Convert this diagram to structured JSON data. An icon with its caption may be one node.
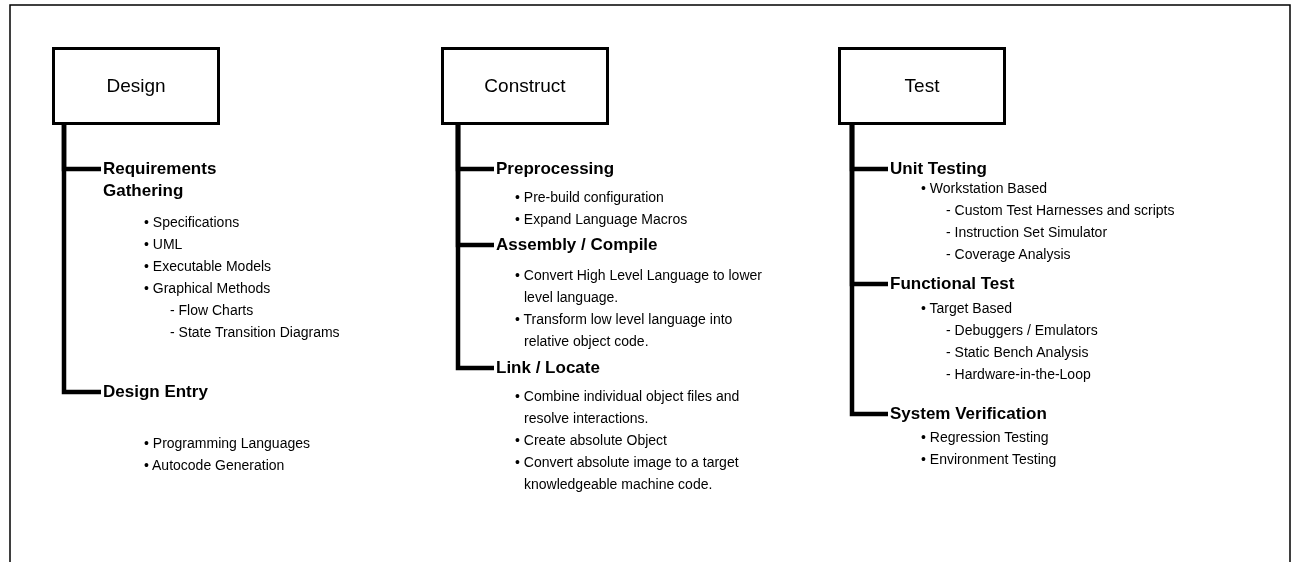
{
  "diagram": {
    "nodes": [
      {
        "text": [
          "Design"
        ]
      },
      {
        "text": [
          "Requirements Gathering"
        ],
        "beside": [
          "• Specifications",
          "• UML",
          "• Executable Models",
          "• Graphical Methods",
          "- Flow Charts",
          "- State Transition Diagrams"
        ]
      },
      {
        "text": [
          "Design Entry"
        ],
        "beside": [
          "• Programming Languages",
          "• Autocode Generation"
        ]
      },
      {
        "text": [
          "Construct"
        ]
      },
      {
        "text": [
          "Preprocessing"
        ],
        "beside": [
          "• Pre-build configuration",
          "• Expand Language Macros"
        ]
      },
      {
        "text": [
          "Assembly / Compile"
        ],
        "beside": [
          "• Convert High Level Language to lower level language.",
          "• Transform low level language into relative object code."
        ]
      },
      {
        "text": [
          "Link / Locate"
        ],
        "beside": [
          "• Combine individual object files and resolve interactions.",
          "• Create absolute Object",
          "• Convert absolute image to a target knowledgeable machine code."
        ]
      },
      {
        "text": [
          "Test"
        ]
      },
      {
        "text": [
          "Unit Testing"
        ],
        "beside": [
          "• Workstation Based",
          "- Custom Test Harnesses and scripts",
          "- Instruction Set Simulator",
          "- Coverage Analysis"
        ]
      },
      {
        "text": [
          "Functional Test"
        ],
        "beside": [
          "• Target Based",
          "- Debuggers / Emulators",
          "- Static Bench Analysis",
          "- Hardware-in-the-Loop"
        ]
      },
      {
        "text": [
          "System Verification"
        ],
        "beside": [
          "• Regression Testing",
          "• Environment Testing"
        ]
      }
    ],
    "edges": [
      {
        "from": 0,
        "to": 1,
        "arrow": "none"
      },
      {
        "from": 0,
        "to": 2,
        "arrow": "none"
      },
      {
        "from": 3,
        "to": 4,
        "arrow": "none"
      },
      {
        "from": 3,
        "to": 5,
        "arrow": "none"
      },
      {
        "from": 3,
        "to": 6,
        "arrow": "none"
      },
      {
        "from": 7,
        "to": 8,
        "arrow": "none"
      },
      {
        "from": 7,
        "to": 9,
        "arrow": "none"
      },
      {
        "from": 7,
        "to": 10,
        "arrow": "none"
      }
    ]
  }
}
